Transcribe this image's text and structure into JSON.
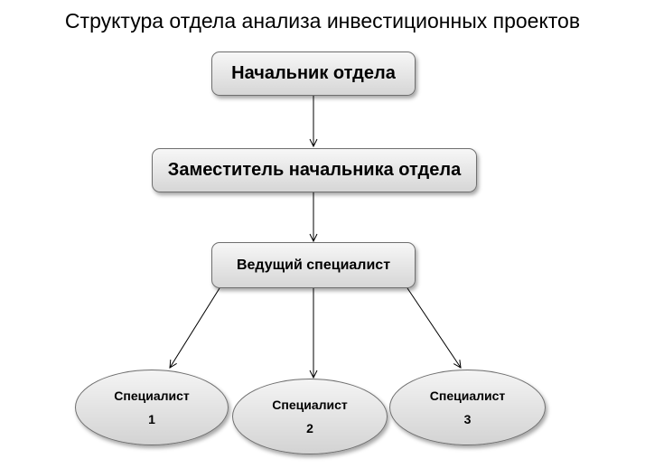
{
  "title": "Структура отдела анализа инвестиционных проектов",
  "nodes": {
    "head": "Начальник отдела",
    "deputy": "Заместитель начальника отдела",
    "lead": "Ведущий специалист",
    "specialists": [
      {
        "label": "Специалист",
        "number": "1"
      },
      {
        "label": "Специалист",
        "number": "2"
      },
      {
        "label": "Специалист",
        "number": "3"
      }
    ]
  },
  "edges": [
    [
      "head",
      "deputy"
    ],
    [
      "deputy",
      "lead"
    ],
    [
      "lead",
      "specialist-1"
    ],
    [
      "lead",
      "specialist-2"
    ],
    [
      "lead",
      "specialist-3"
    ]
  ]
}
